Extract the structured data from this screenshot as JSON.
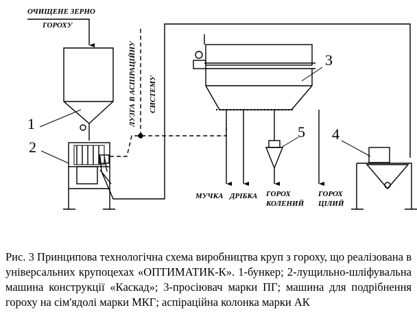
{
  "diagram": {
    "input_label_line1": "ОЧИЩЕНЕ ЗЕРНО",
    "input_label_line2": "ГОРОХУ",
    "husk_label_line1": "ЛУЗГА В АСПІРАЦІЙНУ",
    "husk_label_line2": "СИСТЕМУ",
    "outputs": [
      "МУЧКА",
      "ДРІБКА",
      "ГОРОХ",
      "КОЛЕНИЙ",
      "ГОРОХ",
      "ЦІЛИЙ"
    ],
    "numbers": [
      "1",
      "2",
      "3",
      "4",
      "5"
    ]
  },
  "caption": "Рис. 3  Принципова технологічна схема виробництва круп з гороху, що реалізована в універсальних крупоцехах «ОПТИМАТИК-К». 1-бункер; 2-лущильно-шліфувальна машина конструкції «Каскад»; 3-просіювач марки ПГ; машина для подрібнення гороху на сім'ядолі марки МКГ; аспіраційна колонка марки АК"
}
